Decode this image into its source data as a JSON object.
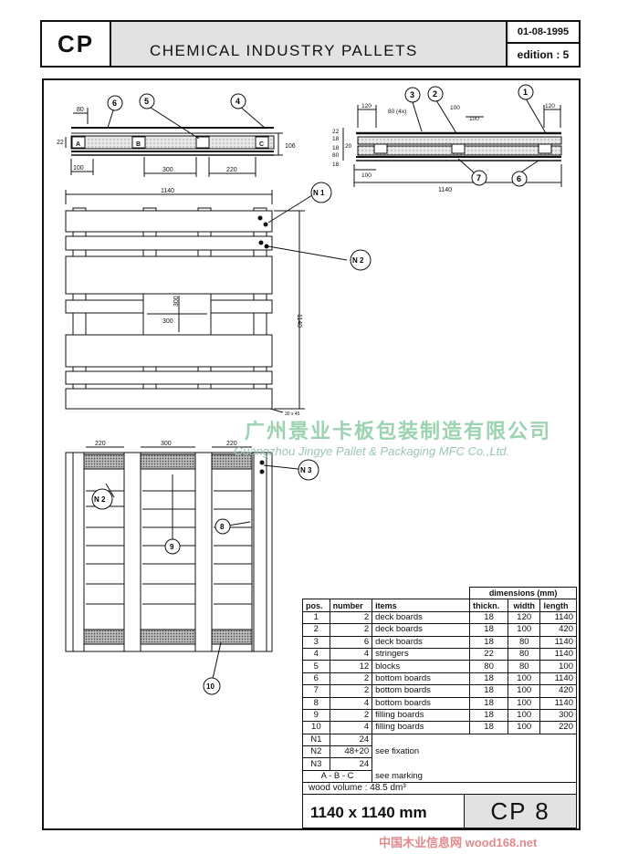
{
  "header": {
    "code": "CP",
    "title": "CHEMICAL  INDUSTRY  PALLETS",
    "date": "01-08-1995",
    "edition": "edition : 5"
  },
  "drawing": {
    "side_view_left": {
      "dims": {
        "d80": "80",
        "d22": "22",
        "d100": "100",
        "d300": "300",
        "d220": "220",
        "d1140": "1140",
        "d106": "106"
      },
      "markers": {
        "a": "A",
        "b": "B",
        "c": "C"
      },
      "callouts": {
        "c6": "6",
        "c5": "5",
        "c4": "4"
      }
    },
    "side_view_right": {
      "dims": {
        "d120a": "120",
        "d80": "80 (4x)",
        "d100a": "100",
        "d100b": "100",
        "d120b": "120",
        "d22": "22",
        "d18a": "18",
        "d20": "20",
        "d18b": "18",
        "d80b": "80",
        "d18c": "18",
        "d100c": "100",
        "d1140": "1140"
      },
      "callouts": {
        "c3": "3",
        "c2": "2",
        "c1": "1",
        "c7": "7",
        "c6": "6"
      }
    },
    "top_view": {
      "dims": {
        "width": "1140",
        "height": "1140",
        "block": "300",
        "block_v": "300",
        "corner": "30 x 45"
      },
      "callouts": {
        "n1": "N 1",
        "n2": "N 2"
      }
    },
    "bottom_view": {
      "dims": {
        "d220a": "220",
        "d300": "300",
        "d220b": "220"
      },
      "callouts": {
        "n3": "N 3",
        "n2": "N 2",
        "c8": "8",
        "c9": "9",
        "c10": "10"
      }
    }
  },
  "table": {
    "dimensions_header": "dimensions (mm)",
    "columns": [
      "pos.",
      "number",
      "items",
      "thickn.",
      "width",
      "length"
    ],
    "rows": [
      {
        "pos": "1",
        "number": "2",
        "item": "deck boards",
        "thick": "18",
        "width": "120",
        "length": "1140"
      },
      {
        "pos": "2",
        "number": "2",
        "item": "deck boards",
        "thick": "18",
        "width": "100",
        "length": "420"
      },
      {
        "pos": "3",
        "number": "6",
        "item": "deck boards",
        "thick": "18",
        "width": "80",
        "length": "1140"
      },
      {
        "pos": "4",
        "number": "4",
        "item": "stringers",
        "thick": "22",
        "width": "80",
        "length": "1140"
      },
      {
        "pos": "5",
        "number": "12",
        "item": "blocks",
        "thick": "80",
        "width": "80",
        "length": "100"
      },
      {
        "pos": "6",
        "number": "2",
        "item": "bottom boards",
        "thick": "18",
        "width": "100",
        "length": "1140"
      },
      {
        "pos": "7",
        "number": "2",
        "item": "bottom boards",
        "thick": "18",
        "width": "100",
        "length": "420"
      },
      {
        "pos": "8",
        "number": "4",
        "item": "bottom boards",
        "thick": "18",
        "width": "100",
        "length": "1140"
      },
      {
        "pos": "9",
        "number": "2",
        "item": "filling boards",
        "thick": "18",
        "width": "100",
        "length": "300"
      },
      {
        "pos": "10",
        "number": "4",
        "item": "filling boards",
        "thick": "18",
        "width": "100",
        "length": "220"
      }
    ],
    "extras": [
      {
        "pos": "N1",
        "number": "24",
        "item": ""
      },
      {
        "pos": "N2",
        "number": "48+20",
        "item": "see fixation"
      },
      {
        "pos": "N3",
        "number": "24",
        "item": ""
      },
      {
        "pos": "A - B - C",
        "number": "",
        "item": "see marking"
      }
    ],
    "wood_volume": "wood volume :          48.5 dm³",
    "size": "1140 x 1140  mm",
    "model": "CP 8"
  },
  "watermark": {
    "chinese": "广州景业卡板包装制造有限公司",
    "english": "Guangzhou Jingye Pallet & Packaging MFC Co.,Ltd.",
    "footer": "中国木业信息网 wood168.net"
  }
}
